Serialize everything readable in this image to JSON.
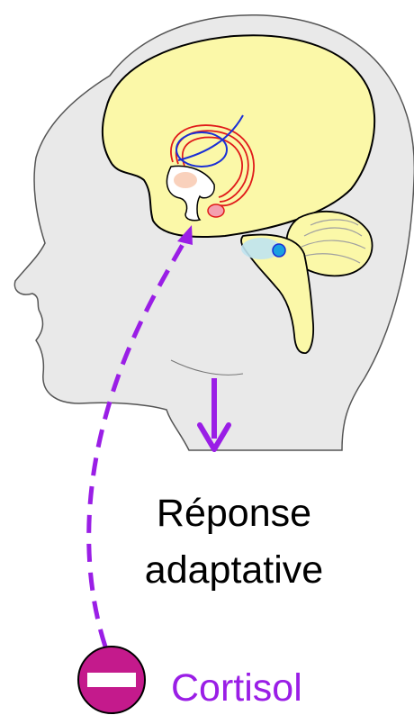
{
  "diagram": {
    "labels": {
      "response_line1": "Réponse",
      "response_line2": "adaptative",
      "cortisol": "Cortisol"
    },
    "icons": {
      "inhibit": "no-entry-icon",
      "down_arrow": "arrow-down-icon"
    },
    "colors": {
      "head_fill": "#e9e9e9",
      "brain_fill": "#fbf8a8",
      "cerebellum_fill": "#fbf8a8",
      "purple_arrow": "#9a1ee6",
      "cortisol_text": "#9a1ee6",
      "inhibit_fill": "#c41a8c",
      "limbic_red": "#e01a1a",
      "blue_structure": "#1a2fd6",
      "locus_fill": "#bfe3f0",
      "text": "#000000"
    }
  }
}
